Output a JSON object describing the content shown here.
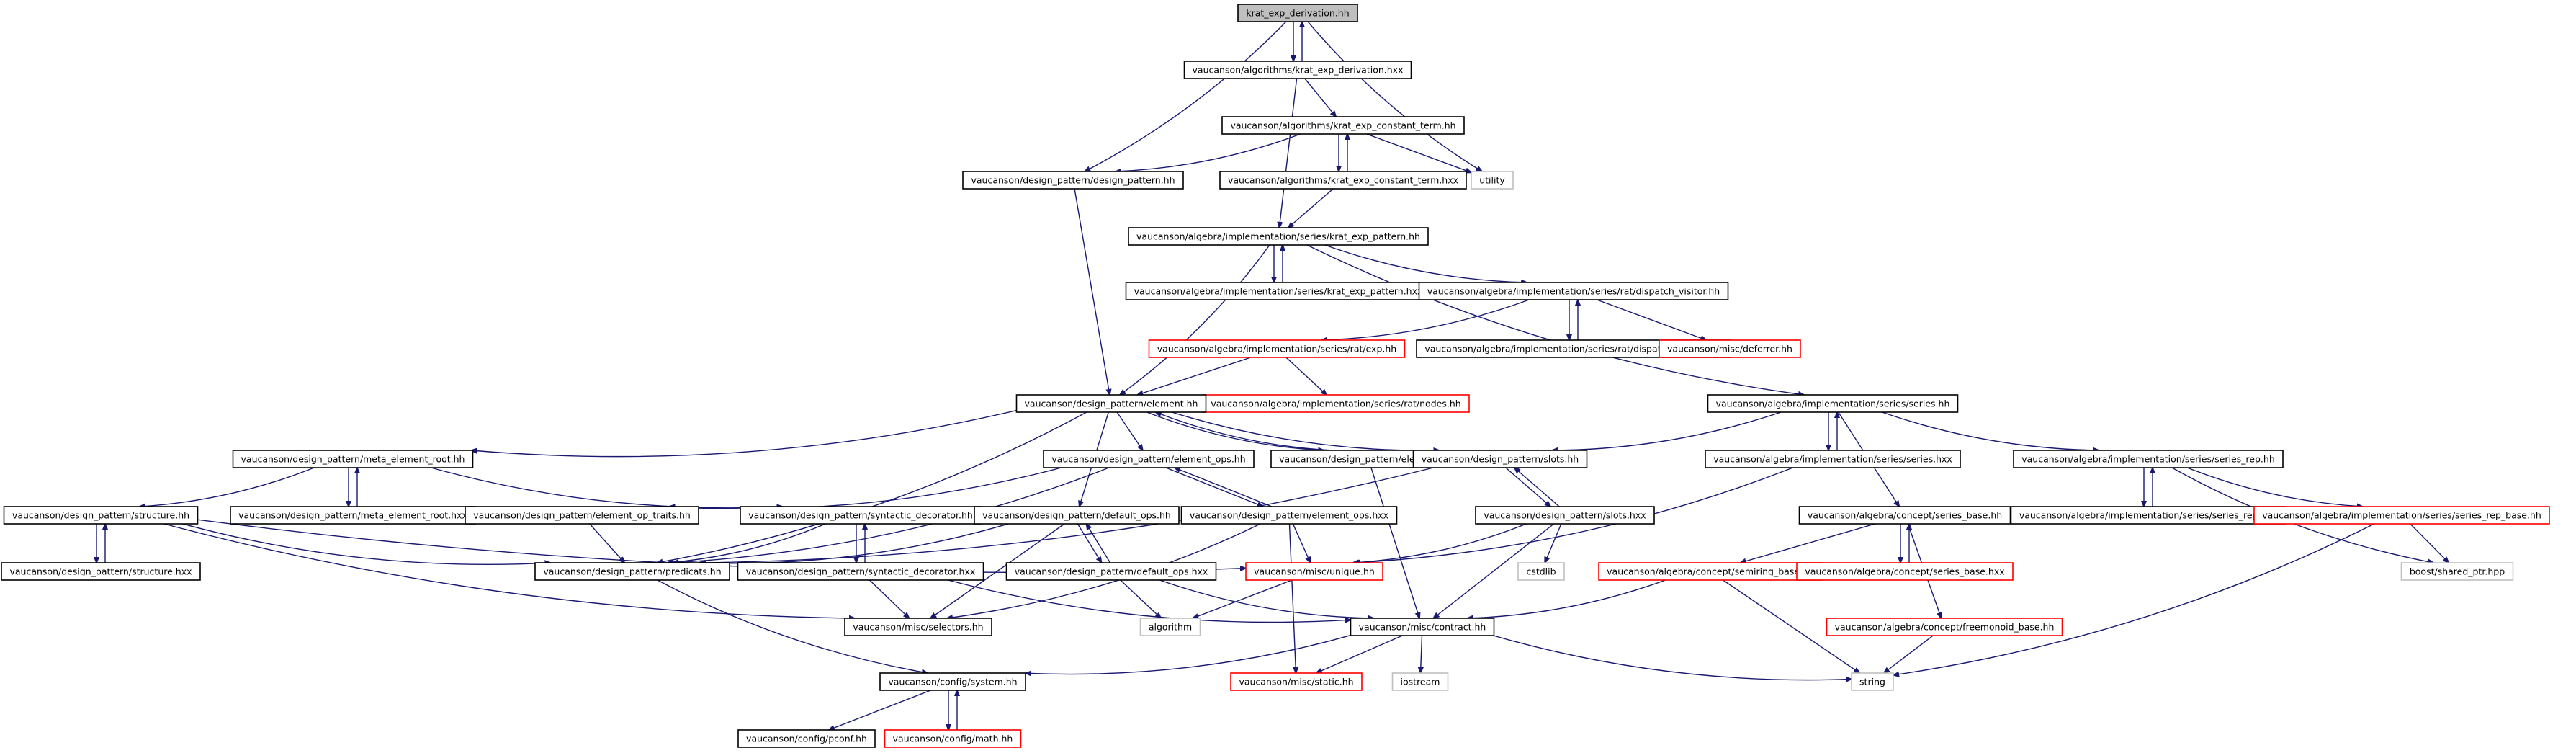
{
  "colors": {
    "edge": "#191970",
    "border_normal": "#000000",
    "border_missing": "#ff0000",
    "border_system": "#bfbfbf",
    "fill_root": "#bfbfbf",
    "fill_default": "#ffffff"
  },
  "nodes": [
    {
      "id": "n0",
      "label": "krat_exp_derivation.hh",
      "kind": "root"
    },
    {
      "id": "n1",
      "label": "vaucanson/algorithms/krat_exp_derivation.hxx",
      "kind": "normal"
    },
    {
      "id": "n2",
      "label": "vaucanson/algorithms/krat_exp_constant_term.hh",
      "kind": "normal"
    },
    {
      "id": "n3",
      "label": "vaucanson/design_pattern/design_pattern.hh",
      "kind": "normal"
    },
    {
      "id": "n4",
      "label": "vaucanson/algorithms/krat_exp_constant_term.hxx",
      "kind": "normal"
    },
    {
      "id": "n5",
      "label": "utility",
      "kind": "system"
    },
    {
      "id": "n6",
      "label": "vaucanson/algebra/implementation/series/krat_exp_pattern.hh",
      "kind": "normal"
    },
    {
      "id": "n7",
      "label": "vaucanson/algebra/implementation/series/krat_exp_pattern.hxx",
      "kind": "normal"
    },
    {
      "id": "n8",
      "label": "vaucanson/algebra/implementation/series/rat/dispatch_visitor.hh",
      "kind": "normal"
    },
    {
      "id": "n9",
      "label": "vaucanson/algebra/implementation/series/rat/exp.hh",
      "kind": "missing"
    },
    {
      "id": "n10",
      "label": "vaucanson/algebra/implementation/series/rat/dispatch_visitor.hxx",
      "kind": "normal"
    },
    {
      "id": "n11",
      "label": "vaucanson/misc/deferrer.hh",
      "kind": "missing"
    },
    {
      "id": "n12",
      "label": "vaucanson/algebra/implementation/series/rat/nodes.hh",
      "kind": "missing"
    },
    {
      "id": "n13",
      "label": "vaucanson/design_pattern/element.hh",
      "kind": "normal"
    },
    {
      "id": "n14",
      "label": "vaucanson/algebra/implementation/series/series.hh",
      "kind": "normal"
    },
    {
      "id": "n15",
      "label": "vaucanson/design_pattern/meta_element_root.hh",
      "kind": "normal"
    },
    {
      "id": "n16",
      "label": "vaucanson/design_pattern/element_ops.hh",
      "kind": "normal"
    },
    {
      "id": "n17",
      "label": "vaucanson/design_pattern/element.hxx",
      "kind": "normal"
    },
    {
      "id": "n18",
      "label": "vaucanson/design_pattern/slots.hh",
      "kind": "normal"
    },
    {
      "id": "n19",
      "label": "vaucanson/algebra/implementation/series/series.hxx",
      "kind": "normal"
    },
    {
      "id": "n20",
      "label": "vaucanson/algebra/implementation/series/series_rep.hh",
      "kind": "normal"
    },
    {
      "id": "n21",
      "label": "vaucanson/design_pattern/structure.hh",
      "kind": "normal"
    },
    {
      "id": "n22",
      "label": "vaucanson/design_pattern/meta_element_root.hxx",
      "kind": "normal"
    },
    {
      "id": "n23",
      "label": "vaucanson/design_pattern/element_op_traits.hh",
      "kind": "normal"
    },
    {
      "id": "n24",
      "label": "vaucanson/design_pattern/syntactic_decorator.hh",
      "kind": "normal"
    },
    {
      "id": "n25",
      "label": "vaucanson/design_pattern/default_ops.hh",
      "kind": "normal"
    },
    {
      "id": "n26",
      "label": "vaucanson/design_pattern/element_ops.hxx",
      "kind": "normal"
    },
    {
      "id": "n27",
      "label": "vaucanson/design_pattern/slots.hxx",
      "kind": "normal"
    },
    {
      "id": "n28",
      "label": "vaucanson/algebra/concept/series_base.hh",
      "kind": "normal"
    },
    {
      "id": "n29",
      "label": "vaucanson/algebra/implementation/series/series_rep.hxx",
      "kind": "normal"
    },
    {
      "id": "n30",
      "label": "vaucanson/algebra/implementation/series/series_rep_base.hh",
      "kind": "missing"
    },
    {
      "id": "n31",
      "label": "vaucanson/design_pattern/structure.hxx",
      "kind": "normal"
    },
    {
      "id": "n32",
      "label": "vaucanson/design_pattern/predicats.hh",
      "kind": "normal"
    },
    {
      "id": "n33",
      "label": "vaucanson/design_pattern/syntactic_decorator.hxx",
      "kind": "normal"
    },
    {
      "id": "n34",
      "label": "vaucanson/design_pattern/default_ops.hxx",
      "kind": "normal"
    },
    {
      "id": "n35",
      "label": "vaucanson/misc/unique.hh",
      "kind": "missing"
    },
    {
      "id": "n36",
      "label": "cstdlib",
      "kind": "system"
    },
    {
      "id": "n37",
      "label": "vaucanson/algebra/concept/semiring_base.hh",
      "kind": "missing"
    },
    {
      "id": "n38",
      "label": "vaucanson/algebra/concept/series_base.hxx",
      "kind": "missing"
    },
    {
      "id": "n39",
      "label": "boost/shared_ptr.hpp",
      "kind": "system"
    },
    {
      "id": "n40",
      "label": "vaucanson/misc/selectors.hh",
      "kind": "normal"
    },
    {
      "id": "n41",
      "label": "algorithm",
      "kind": "system"
    },
    {
      "id": "n42",
      "label": "vaucanson/misc/contract.hh",
      "kind": "normal"
    },
    {
      "id": "n43",
      "label": "vaucanson/algebra/concept/freemonoid_base.hh",
      "kind": "missing"
    },
    {
      "id": "n44",
      "label": "vaucanson/config/system.hh",
      "kind": "normal"
    },
    {
      "id": "n45",
      "label": "vaucanson/misc/static.hh",
      "kind": "missing"
    },
    {
      "id": "n46",
      "label": "iostream",
      "kind": "system"
    },
    {
      "id": "n47",
      "label": "string",
      "kind": "system"
    },
    {
      "id": "n48",
      "label": "vaucanson/config/pconf.hh",
      "kind": "normal"
    },
    {
      "id": "n49",
      "label": "vaucanson/config/math.hh",
      "kind": "missing"
    }
  ],
  "edges": [
    [
      "n0",
      "n1"
    ],
    [
      "n1",
      "n0"
    ],
    [
      "n0",
      "n3"
    ],
    [
      "n0",
      "n5"
    ],
    [
      "n1",
      "n2"
    ],
    [
      "n1",
      "n6"
    ],
    [
      "n2",
      "n3"
    ],
    [
      "n2",
      "n4"
    ],
    [
      "n4",
      "n2"
    ],
    [
      "n2",
      "n5"
    ],
    [
      "n4",
      "n6"
    ],
    [
      "n3",
      "n13"
    ],
    [
      "n6",
      "n7"
    ],
    [
      "n7",
      "n6"
    ],
    [
      "n6",
      "n8"
    ],
    [
      "n6",
      "n13"
    ],
    [
      "n6",
      "n14"
    ],
    [
      "n8",
      "n9"
    ],
    [
      "n8",
      "n10"
    ],
    [
      "n10",
      "n8"
    ],
    [
      "n8",
      "n11"
    ],
    [
      "n9",
      "n12"
    ],
    [
      "n9",
      "n13"
    ],
    [
      "n13",
      "n15"
    ],
    [
      "n13",
      "n16"
    ],
    [
      "n13",
      "n17"
    ],
    [
      "n17",
      "n13"
    ],
    [
      "n13",
      "n18"
    ],
    [
      "n13",
      "n25"
    ],
    [
      "n13",
      "n32"
    ],
    [
      "n14",
      "n18"
    ],
    [
      "n14",
      "n19"
    ],
    [
      "n19",
      "n14"
    ],
    [
      "n14",
      "n20"
    ],
    [
      "n14",
      "n28"
    ],
    [
      "n15",
      "n21"
    ],
    [
      "n15",
      "n22"
    ],
    [
      "n22",
      "n15"
    ],
    [
      "n15",
      "n24"
    ],
    [
      "n16",
      "n23"
    ],
    [
      "n16",
      "n26"
    ],
    [
      "n26",
      "n16"
    ],
    [
      "n16",
      "n32"
    ],
    [
      "n17",
      "n42"
    ],
    [
      "n18",
      "n27"
    ],
    [
      "n27",
      "n18"
    ],
    [
      "n18",
      "n32"
    ],
    [
      "n19",
      "n35"
    ],
    [
      "n20",
      "n29"
    ],
    [
      "n29",
      "n20"
    ],
    [
      "n20",
      "n30"
    ],
    [
      "n20",
      "n39"
    ],
    [
      "n21",
      "n31"
    ],
    [
      "n31",
      "n21"
    ],
    [
      "n21",
      "n32"
    ],
    [
      "n21",
      "n35"
    ],
    [
      "n21",
      "n40"
    ],
    [
      "n23",
      "n32"
    ],
    [
      "n24",
      "n32"
    ],
    [
      "n24",
      "n33"
    ],
    [
      "n33",
      "n24"
    ],
    [
      "n25",
      "n32"
    ],
    [
      "n25",
      "n34"
    ],
    [
      "n34",
      "n25"
    ],
    [
      "n25",
      "n40"
    ],
    [
      "n26",
      "n35"
    ],
    [
      "n26",
      "n40"
    ],
    [
      "n26",
      "n45"
    ],
    [
      "n27",
      "n35"
    ],
    [
      "n27",
      "n36"
    ],
    [
      "n27",
      "n42"
    ],
    [
      "n28",
      "n37"
    ],
    [
      "n28",
      "n38"
    ],
    [
      "n38",
      "n28"
    ],
    [
      "n28",
      "n43"
    ],
    [
      "n30",
      "n39"
    ],
    [
      "n30",
      "n47"
    ],
    [
      "n32",
      "n44"
    ],
    [
      "n33",
      "n40"
    ],
    [
      "n33",
      "n42"
    ],
    [
      "n34",
      "n41"
    ],
    [
      "n34",
      "n42"
    ],
    [
      "n35",
      "n41"
    ],
    [
      "n37",
      "n42"
    ],
    [
      "n37",
      "n47"
    ],
    [
      "n42",
      "n44"
    ],
    [
      "n42",
      "n45"
    ],
    [
      "n42",
      "n46"
    ],
    [
      "n42",
      "n47"
    ],
    [
      "n43",
      "n47"
    ],
    [
      "n44",
      "n48"
    ],
    [
      "n44",
      "n49"
    ],
    [
      "n49",
      "n44"
    ]
  ]
}
